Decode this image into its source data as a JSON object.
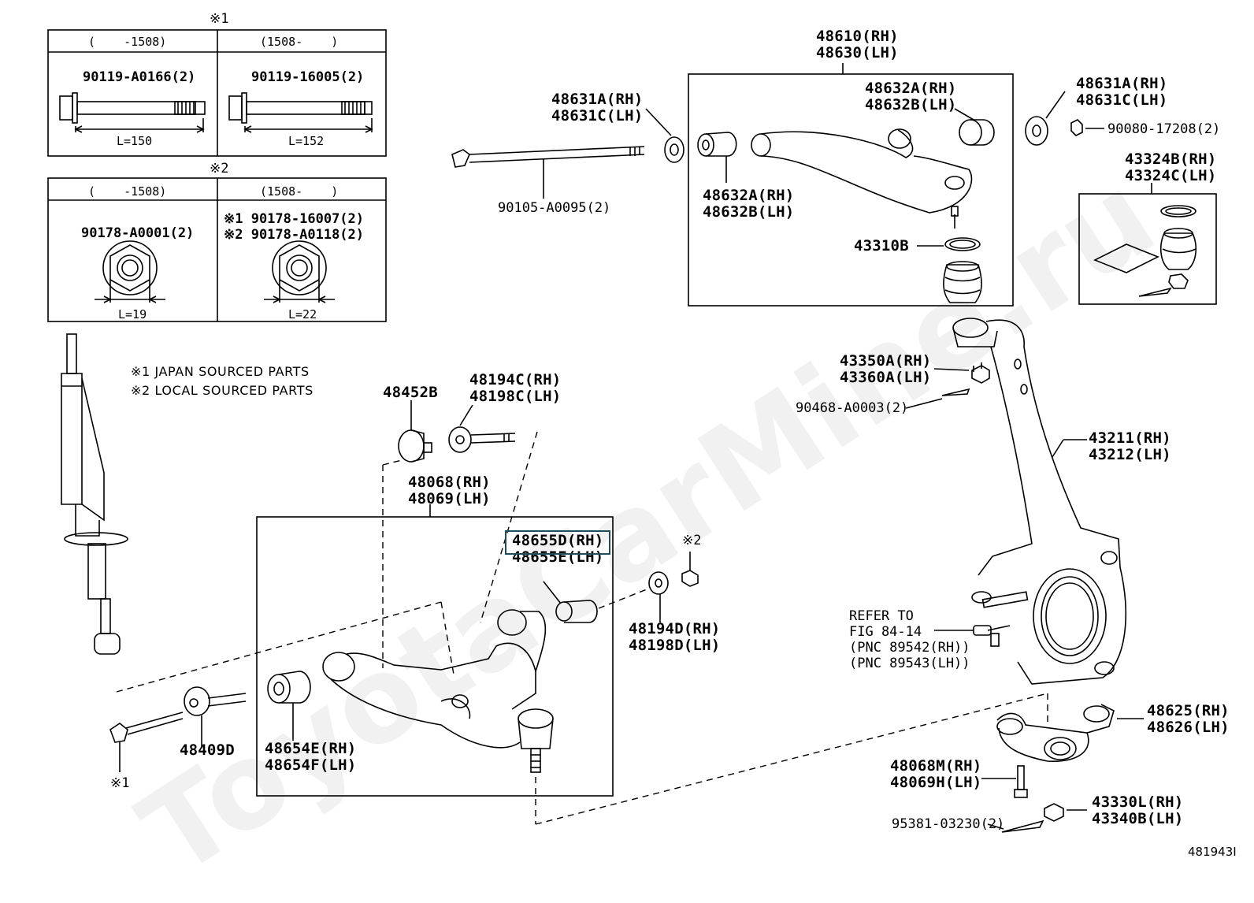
{
  "watermark": "ToyotaCarMine.ru",
  "footer_code": "481943I",
  "notes": {
    "note1": "※1 JAPAN SOURCED PARTS",
    "note2": "※2 LOCAL SOURCED PARTS"
  },
  "table1": {
    "marker": "※1",
    "col1_header": "(    -1508)",
    "col2_header": "(1508-    )",
    "col1_part": "90119-A0166(2)",
    "col2_part": "90119-16005(2)",
    "col1_dim": "L=150",
    "col2_dim": "L=152"
  },
  "table2": {
    "marker": "※2",
    "col1_header": "(    -1508)",
    "col2_header": "(1508-    )",
    "col1_part": "90178-A0001(2)",
    "col2_part_a": "※1 90178-16007(2)",
    "col2_part_b": "※2 90178-A0118(2)",
    "col1_dim": "L=19",
    "col2_dim": "L=22"
  },
  "labels": {
    "p48610": [
      "48610(RH)",
      "48630(LH)"
    ],
    "p48631_left": [
      "48631A(RH)",
      "48631C(LH)"
    ],
    "p48631_right": [
      "48631A(RH)",
      "48631C(LH)"
    ],
    "p48632_top": [
      "48632A(RH)",
      "48632B(LH)"
    ],
    "p48632_bottom": [
      "48632A(RH)",
      "48632B(LH)"
    ],
    "p90105": "90105-A0095(2)",
    "p90080": "90080-17208(2)",
    "p43324": [
      "43324B(RH)",
      "43324C(LH)"
    ],
    "p43310": "43310B",
    "p43350": [
      "43350A(RH)",
      "43360A(LH)"
    ],
    "p90468": "90468-A0003(2)",
    "p43211": [
      "43211(RH)",
      "43212(LH)"
    ],
    "p48452": "48452B",
    "p48194c": [
      "48194C(RH)",
      "48198C(LH)"
    ],
    "p48068": [
      "48068(RH)",
      "48069(LH)"
    ],
    "p48655": [
      "48655D(RH)",
      "48655E(LH)"
    ],
    "p_marker2": "※2",
    "p48194d": [
      "48194D(RH)",
      "48198D(LH)"
    ],
    "refer": [
      "REFER TO",
      "FIG 84-14",
      "(PNC 89542(RH))",
      "(PNC 89543(LH))"
    ],
    "p48654": [
      "48654E(RH)",
      "48654F(LH)"
    ],
    "p48409": "48409D",
    "p_marker1": "※1",
    "p48625": [
      "48625(RH)",
      "48626(LH)"
    ],
    "p48068m": [
      "48068M(RH)",
      "48069H(LH)"
    ],
    "p43330": [
      "43330L(RH)",
      "43340B(LH)"
    ],
    "p95381": "95381-03230(2)"
  }
}
